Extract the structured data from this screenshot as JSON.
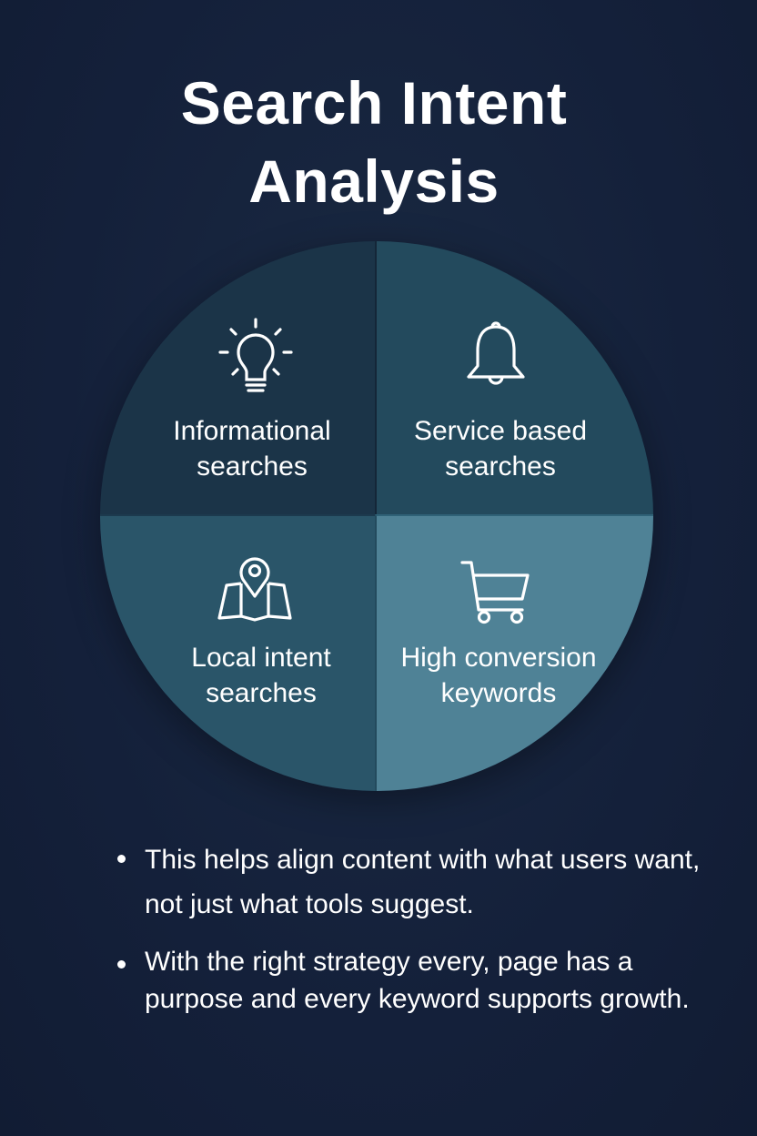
{
  "title": {
    "line1": "Search Intent",
    "line2": "Analysis"
  },
  "quadrants": [
    {
      "icon": "lightbulb-icon",
      "line1": "Informational",
      "line2": "searches"
    },
    {
      "icon": "bell-icon",
      "line1": "Service based",
      "line2": "searches"
    },
    {
      "icon": "map-pin-icon",
      "line1": "Local intent",
      "line2": "searches"
    },
    {
      "icon": "shopping-cart-icon",
      "line1": "High conversion",
      "line2": "keywords"
    }
  ],
  "bullets": [
    "This helps align content with what users want, not just what tools suggest.",
    "With the right strategy every, page has a purpose and every keyword  supports growth."
  ],
  "colors": {
    "background": "#14213a",
    "q1": "#1b3448",
    "q2": "#234a5d",
    "q3": "#2a5569",
    "q4": "#4f8296"
  }
}
